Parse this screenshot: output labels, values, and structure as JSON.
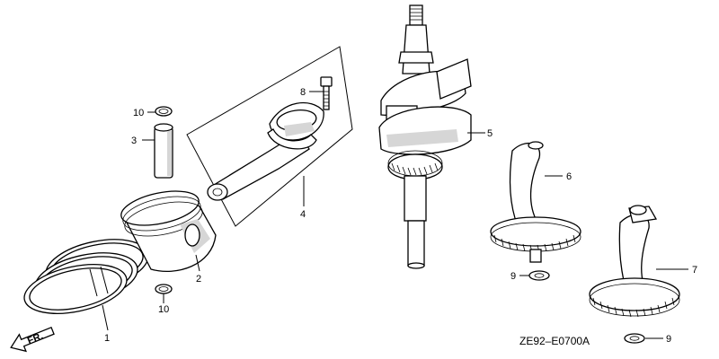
{
  "diagram": {
    "code": "ZE92–E0700A",
    "direction_label": "FR.",
    "callouts": [
      {
        "id": "c1",
        "text": "1"
      },
      {
        "id": "c2",
        "text": "2"
      },
      {
        "id": "c3",
        "text": "3"
      },
      {
        "id": "c4",
        "text": "4"
      },
      {
        "id": "c5",
        "text": "5"
      },
      {
        "id": "c6",
        "text": "6"
      },
      {
        "id": "c7",
        "text": "7"
      },
      {
        "id": "c8",
        "text": "8"
      },
      {
        "id": "c9a",
        "text": "9"
      },
      {
        "id": "c9b",
        "text": "9"
      },
      {
        "id": "c10a",
        "text": "10"
      },
      {
        "id": "c10b",
        "text": "10"
      }
    ]
  }
}
